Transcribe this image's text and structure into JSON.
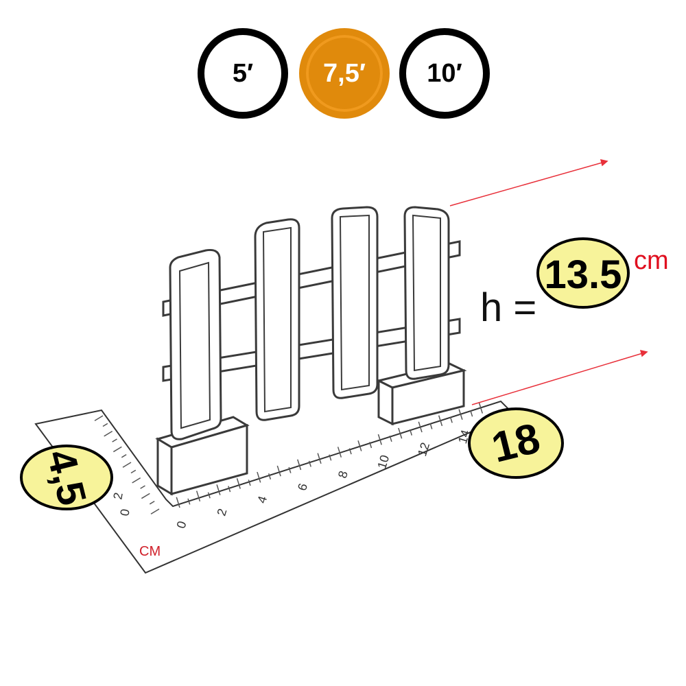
{
  "scale_options": [
    {
      "label": "5′",
      "active": false
    },
    {
      "label": "7,5′",
      "active": true
    },
    {
      "label": "10′",
      "active": false
    }
  ],
  "dimensions": {
    "height_prefix": "h =",
    "height_value": "13.5",
    "height_unit": "cm",
    "length_value": "18",
    "depth_value": "4,5"
  },
  "ruler": {
    "unit": "CM",
    "long_ticks": [
      "0",
      "2",
      "4",
      "6",
      "8",
      "10",
      "12",
      "14"
    ],
    "short_ticks": [
      "0",
      "2"
    ]
  },
  "colors": {
    "active": "#e08a0c",
    "badge_fill": "#f7f39a",
    "dimension_line": "#e8303a"
  }
}
